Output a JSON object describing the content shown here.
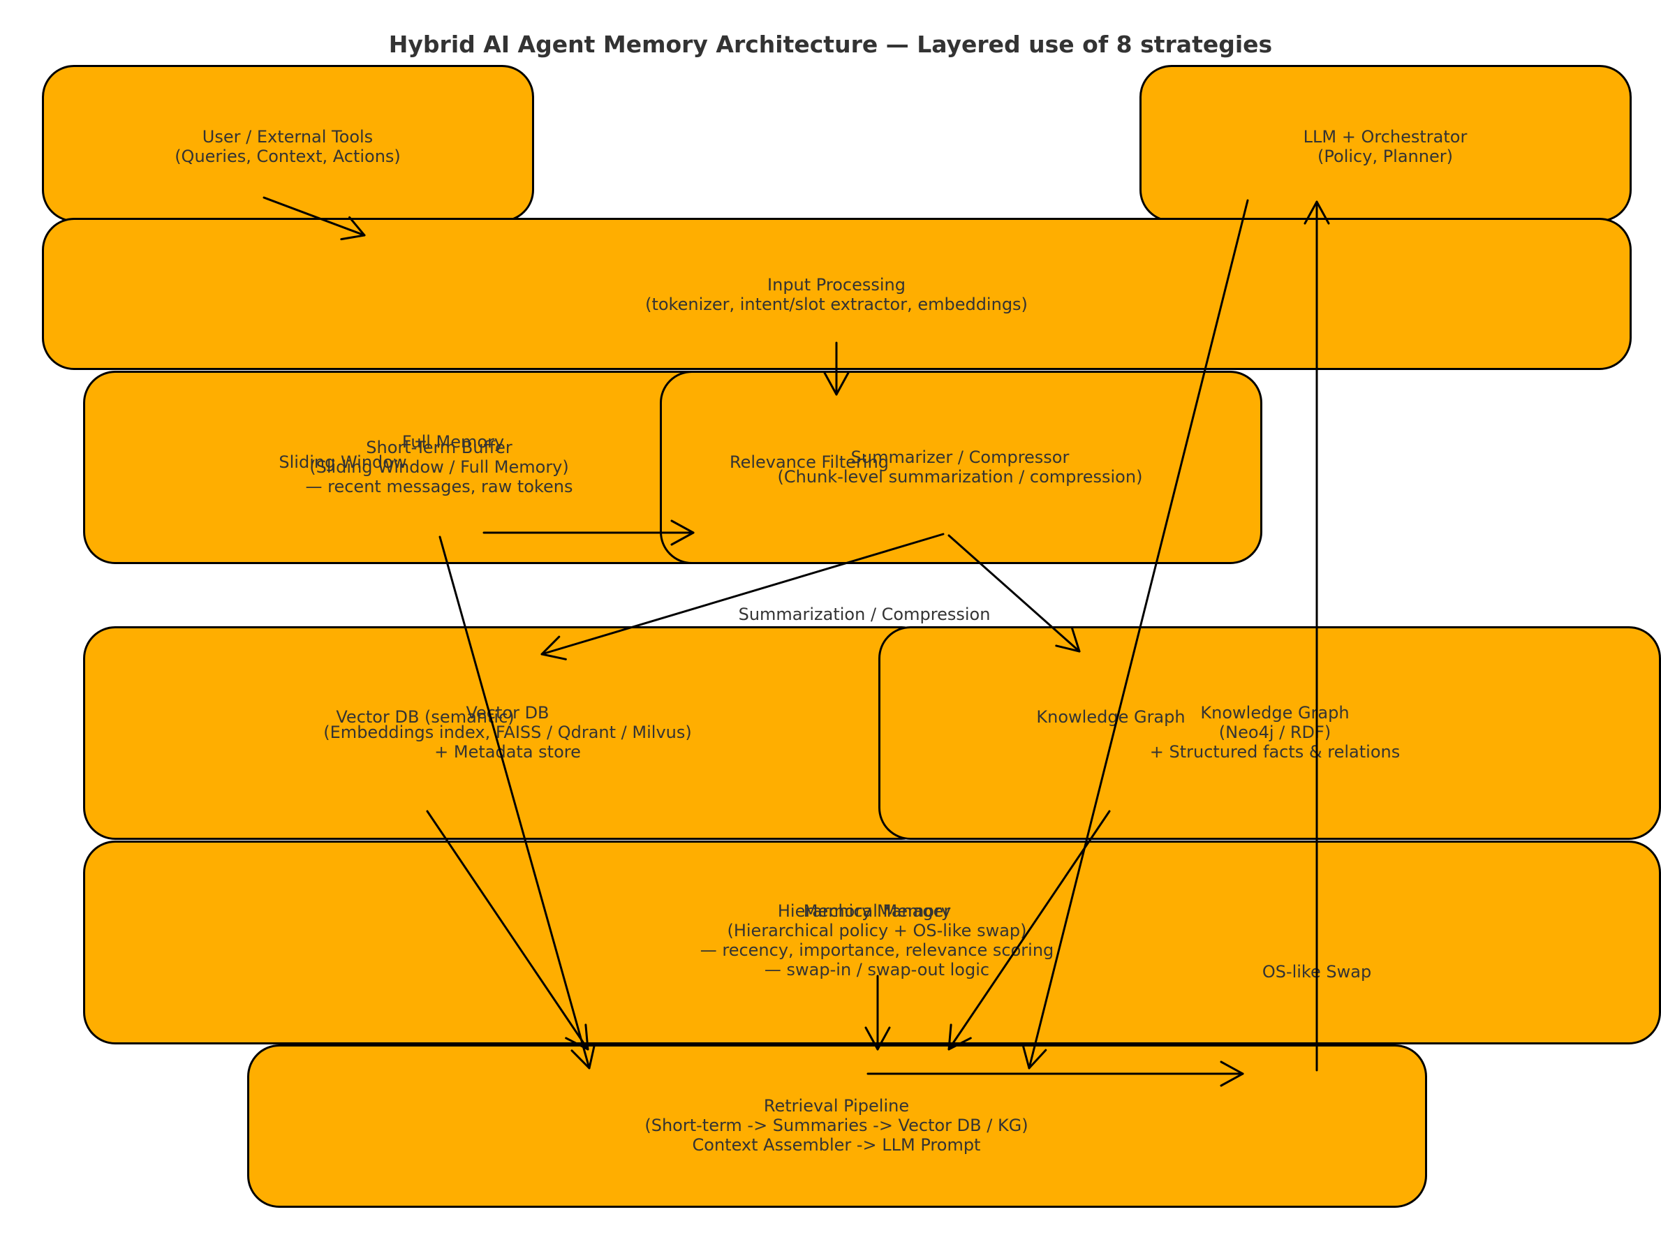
{
  "title": "Hybrid AI Agent Memory Architecture — Layered use of 8 strategies",
  "colors": {
    "box_fill": "#FFAE00",
    "box_border": "#000000",
    "text": "#333333",
    "arrow": "#000000"
  },
  "nodes": {
    "user": "User / External Tools\n(Queries, Context, Actions)",
    "llm": "LLM + Orchestrator\n(Policy, Planner)",
    "input": "Input Processing\n(tokenizer, intent/slot extractor, embeddings)",
    "short_term": "Short-Term Buffer\n(Sliding Window / Full Memory)\n— recent messages, raw tokens",
    "summarizer": "Summarizer / Compressor\n(Chunk-level summarization / compression)",
    "vector_db": "Vector DB\n(Embeddings index, FAISS / Qdrant / Milvus)\n+ Metadata store",
    "knowledge_graph": "Knowledge Graph\n(Neo4j / RDF)\n+ Structured facts & relations",
    "memory_manager": "Memory Manager\n(Hierarchical policy + OS-like swap)\n— recency, importance, relevance scoring\n— swap-in / swap-out logic",
    "retrieval": "Retrieval Pipeline\n(Short-term -> Summaries -> Vector DB / KG)\nContext Assembler -> LLM Prompt"
  },
  "strategy_labels": {
    "full_memory": "Full Memory",
    "sliding_window": "Sliding Window",
    "relevance_filtering": "Relevance Filtering",
    "summarization": "Summarization / Compression",
    "vector_db_semantic": "Vector DB (semantic)",
    "knowledge_graph": "Knowledge Graph",
    "hierarchical_memory": "Hierarchical Memory",
    "os_swap": "OS-like Swap"
  }
}
